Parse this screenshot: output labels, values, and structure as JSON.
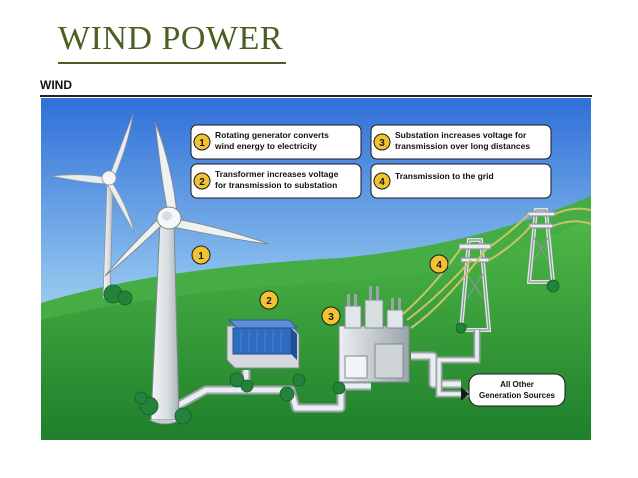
{
  "slide": {
    "title": "WIND POWER",
    "section_label": "WIND"
  },
  "callouts": [
    {
      "number": "1",
      "line1": "Rotating generator converts",
      "line2": "wind energy to electricity"
    },
    {
      "number": "2",
      "line1": "Transformer increases voltage",
      "line2": "for transmission to substation"
    },
    {
      "number": "3",
      "line1": "Substation increases voltage for",
      "line2": "transmission over long distances"
    },
    {
      "number": "4",
      "line1": "Transmission to the grid",
      "line2": ""
    }
  ],
  "scene_markers": [
    "1",
    "2",
    "3",
    "4"
  ],
  "sources_label": {
    "line1": "All Other",
    "line2": "Generation Sources"
  },
  "colors": {
    "title": "#4a5f22",
    "sky_top": "#2f6fd8",
    "sky_bottom": "#cfe7f7",
    "grass": "#2e9a3a",
    "marker_fill": "#f1c232",
    "cable": "#c9c46a"
  }
}
